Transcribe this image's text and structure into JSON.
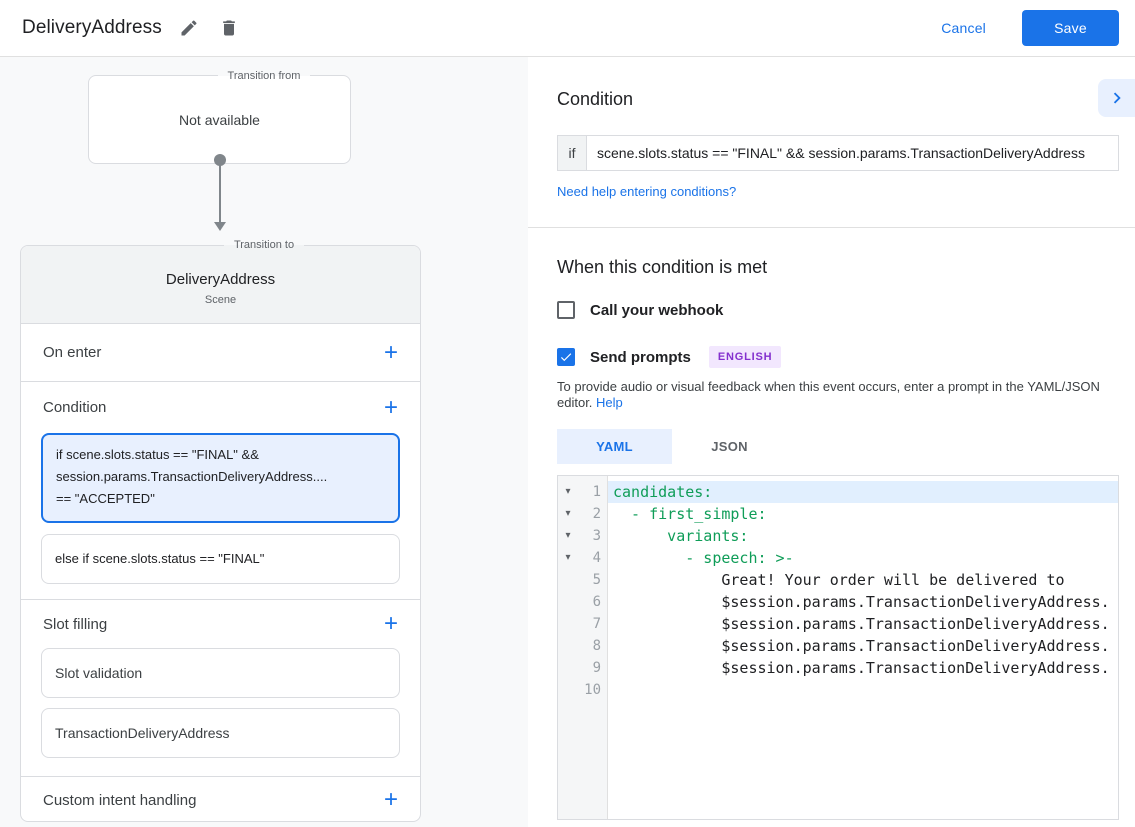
{
  "header": {
    "title": "DeliveryAddress",
    "cancel": "Cancel",
    "save": "Save",
    "icons": {
      "edit": "pencil-icon",
      "delete": "trash-icon"
    }
  },
  "colors": {
    "accent_blue": "#1a73e8",
    "selected_condition_bg": "#e8f0fe",
    "code_key_green": "#0f9d58",
    "badge_purple_text": "#8430ce",
    "badge_purple_bg": "#f2e7fe"
  },
  "flow": {
    "transition_from_label": "Transition from",
    "transition_from_value": "Not available",
    "transition_to_label": "Transition to",
    "scene_name": "DeliveryAddress",
    "scene_type": "Scene"
  },
  "scene_sections": {
    "on_enter": "On enter",
    "condition": "Condition",
    "condition_selected": "if scene.slots.status == \"FINAL\" &&\nsession.params.TransactionDeliveryAddress....\n== \"ACCEPTED\"",
    "condition_else": "else if scene.slots.status == \"FINAL\"",
    "slot_filling": "Slot filling",
    "slot_cards": [
      "Slot validation",
      "TransactionDeliveryAddress"
    ],
    "custom_intent": "Custom intent handling"
  },
  "condition_panel": {
    "title": "Condition",
    "if_label": "if",
    "if_value": "scene.slots.status == \"FINAL\" && session.params.TransactionDeliveryAddress",
    "help_link": "Need help entering conditions?"
  },
  "when_met": {
    "title": "When this condition is met",
    "webhook_label": "Call your webhook",
    "webhook_checked": false,
    "prompts_label": "Send prompts",
    "prompts_checked": true,
    "language_badge": "ENGLISH",
    "description": "To provide audio or visual feedback when this event occurs, enter a prompt in the YAML/JSON editor.",
    "help_link": "Help",
    "tabs": [
      {
        "label": "YAML",
        "active": true
      },
      {
        "label": "JSON",
        "active": false
      }
    ]
  },
  "editor": {
    "lines": [
      {
        "num": 1,
        "text": "candidates:",
        "token": "key",
        "fold": true,
        "active": true
      },
      {
        "num": 2,
        "text": "  - first_simple:",
        "token": "key",
        "fold": true
      },
      {
        "num": 3,
        "text": "      variants:",
        "token": "key",
        "fold": true
      },
      {
        "num": 4,
        "text": "        - speech: >-",
        "token": "key",
        "fold": true
      },
      {
        "num": 5,
        "text": "            Great! Your order will be delivered to",
        "token": "plain"
      },
      {
        "num": 6,
        "text": "            $session.params.TransactionDeliveryAddress.",
        "token": "plain"
      },
      {
        "num": 7,
        "text": "            $session.params.TransactionDeliveryAddress.",
        "token": "plain"
      },
      {
        "num": 8,
        "text": "            $session.params.TransactionDeliveryAddress.",
        "token": "plain"
      },
      {
        "num": 9,
        "text": "            $session.params.TransactionDeliveryAddress.",
        "token": "plain"
      },
      {
        "num": 10,
        "text": "",
        "token": "plain"
      }
    ]
  }
}
